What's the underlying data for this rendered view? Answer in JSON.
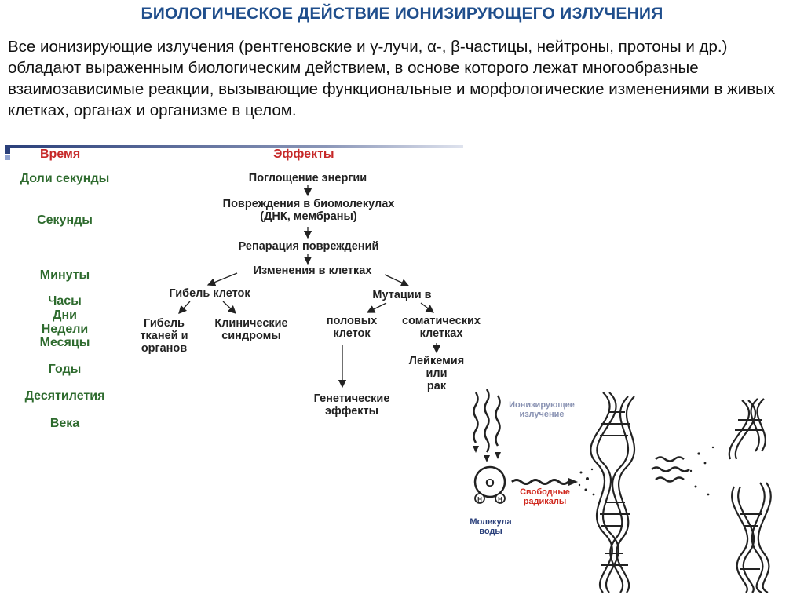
{
  "slide": {
    "title": "БИОЛОГИЧЕСКОЕ ДЕЙСТВИЕ ИОНИЗИРУЮЩЕГО ИЗЛУЧЕНИЯ",
    "intro": "Все ионизирующие излучения (рентгеновские и γ-лучи, α-, β-частицы, нейтроны, протоны и др.) обладают выраженным биологическим действием, в основе которого лежат многообразные взаимозависимые реакции, вызывающие функциональные и морфологические изменениями в живых клетках, органах и организме в целом."
  },
  "diagram": {
    "time_header": "Время",
    "effects_header": "Эффекты",
    "times": {
      "fractions": "Доли секунды",
      "seconds": "Секунды",
      "minutes": "Минуты",
      "hours": "Часы",
      "days": "Дни",
      "weeks": "Недели",
      "months": "Месяцы",
      "years": "Годы",
      "decades": "Десятилетия",
      "centuries": "Века"
    },
    "effects": {
      "absorption": "Поглощение энергии",
      "damage": "Повреждения в биомолекулах\n(ДНК, мембраны)",
      "repair": "Репарация повреждений",
      "cell_changes": "Изменения в клетках",
      "cell_death": "Гибель клеток",
      "mutations": "Мутации в",
      "tissue_death": "Гибель\nтканей и\nорганов",
      "clinical": "Клинические\nсиндромы",
      "germ": "половых\nклеток",
      "somatic": "соматических\nклетках",
      "leukemia": "Лейкемия\nили\nрак",
      "genetic": "Генетические\nэффекты"
    }
  },
  "illustration": {
    "ionizing_label": "Ионизирующее\nизлучение",
    "radicals_label": "Свободные\nрадикалы",
    "molecule_label": "Молекула\nводы",
    "oxygen_symbol": "O",
    "hydrogen_symbol": "H",
    "colors": {
      "ionizing": "#8a93b3",
      "radicals": "#d0281e",
      "molecule": "#2a3f7a"
    }
  }
}
